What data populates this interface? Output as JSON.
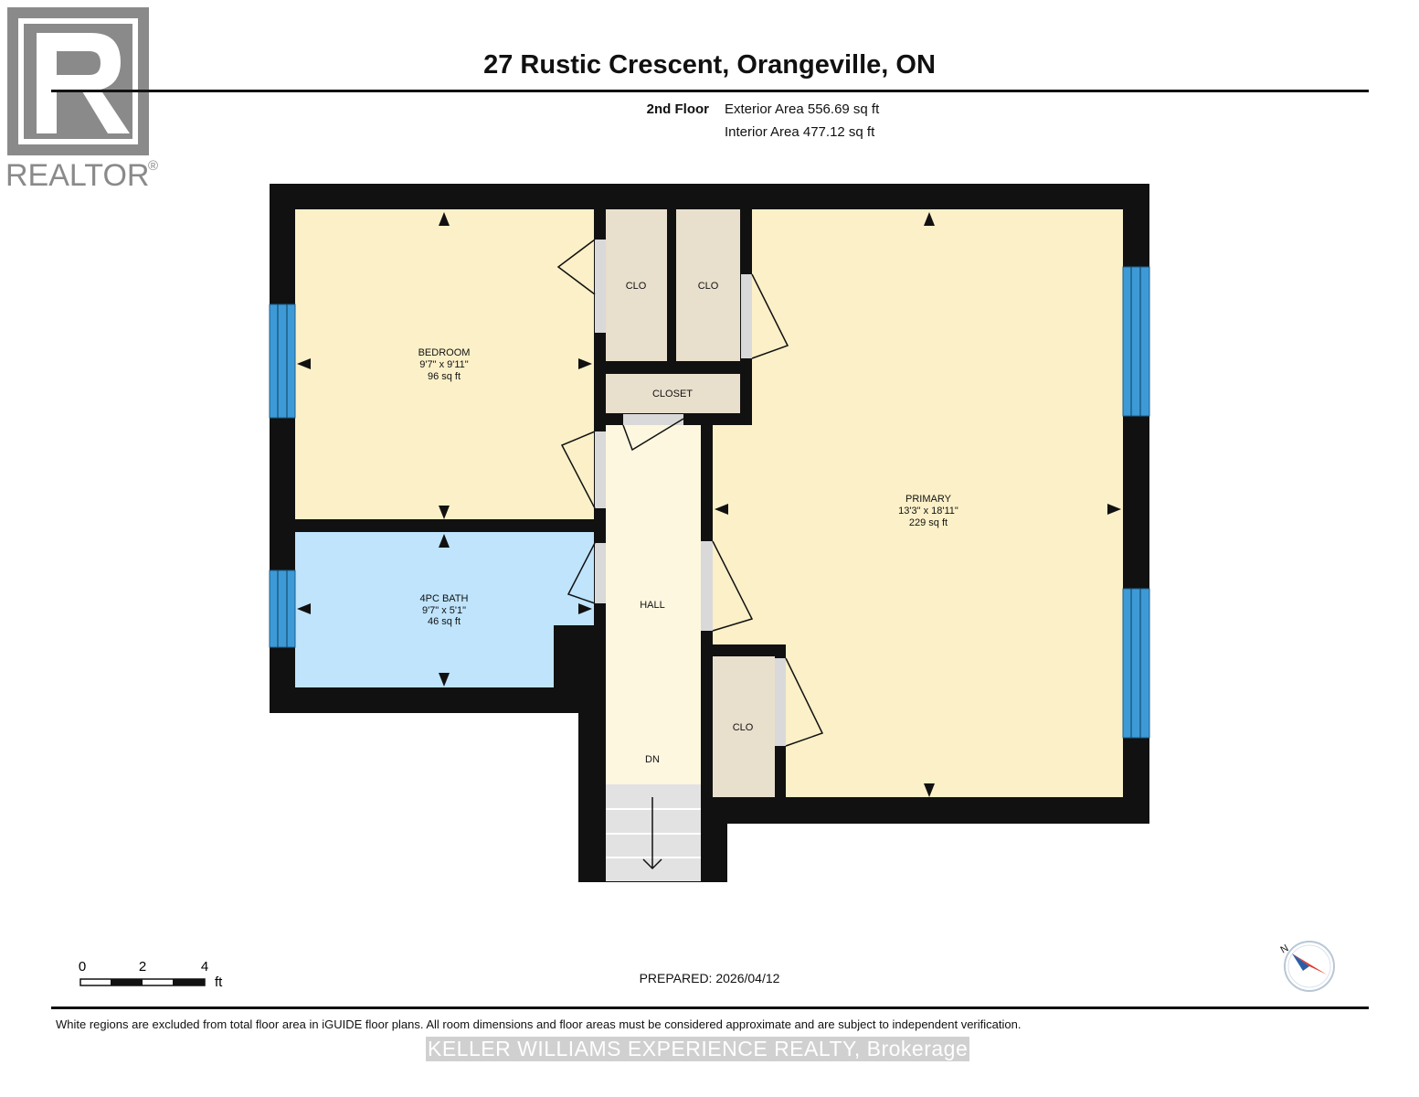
{
  "header": {
    "title": "27 Rustic Crescent, Orangeville, ON",
    "floor": "2nd Floor",
    "exterior_area": "Exterior Area 556.69 sq ft",
    "interior_area": "Interior Area 477.12 sq ft"
  },
  "logo": {
    "text": "REALTOR",
    "mark": "®",
    "icon": "realtor-r-icon"
  },
  "rooms": {
    "bedroom": {
      "name": "BEDROOM",
      "dims": "9'7\" x 9'11\"",
      "area": "96 sq ft"
    },
    "bath": {
      "name": "4PC BATH",
      "dims": "9'7\" x 5'1\"",
      "area": "46 sq ft"
    },
    "primary": {
      "name": "PRIMARY",
      "dims": "13'3\" x 18'11\"",
      "area": "229 sq ft"
    },
    "clo1": "CLO",
    "clo2": "CLO",
    "clo3": "CLO",
    "closet": "CLOSET",
    "hall": "HALL",
    "dn": "DN"
  },
  "scale": {
    "ticks": [
      "0",
      "2",
      "4"
    ],
    "unit": "ft"
  },
  "compass": {
    "label": "N",
    "icon": "compass-icon"
  },
  "footer": {
    "prepared": "PREPARED: 2026/04/12",
    "disclaimer": "White regions are excluded from total floor area in iGUIDE floor plans. All room dimensions and floor areas must be considered approximate and are subject to independent verification.",
    "brokerage": "KELLER WILLIAMS EXPERIENCE REALTY, Brokerage"
  },
  "colors": {
    "wall": "#111111",
    "bedroom": "#fbf0c8",
    "primary": "#fbf0c8",
    "bath": "#bfe4fb",
    "closet": "#e9dfcd",
    "hall": "#fdf7e0",
    "window": "#3d9ad6",
    "door": "#d9d9d9"
  }
}
